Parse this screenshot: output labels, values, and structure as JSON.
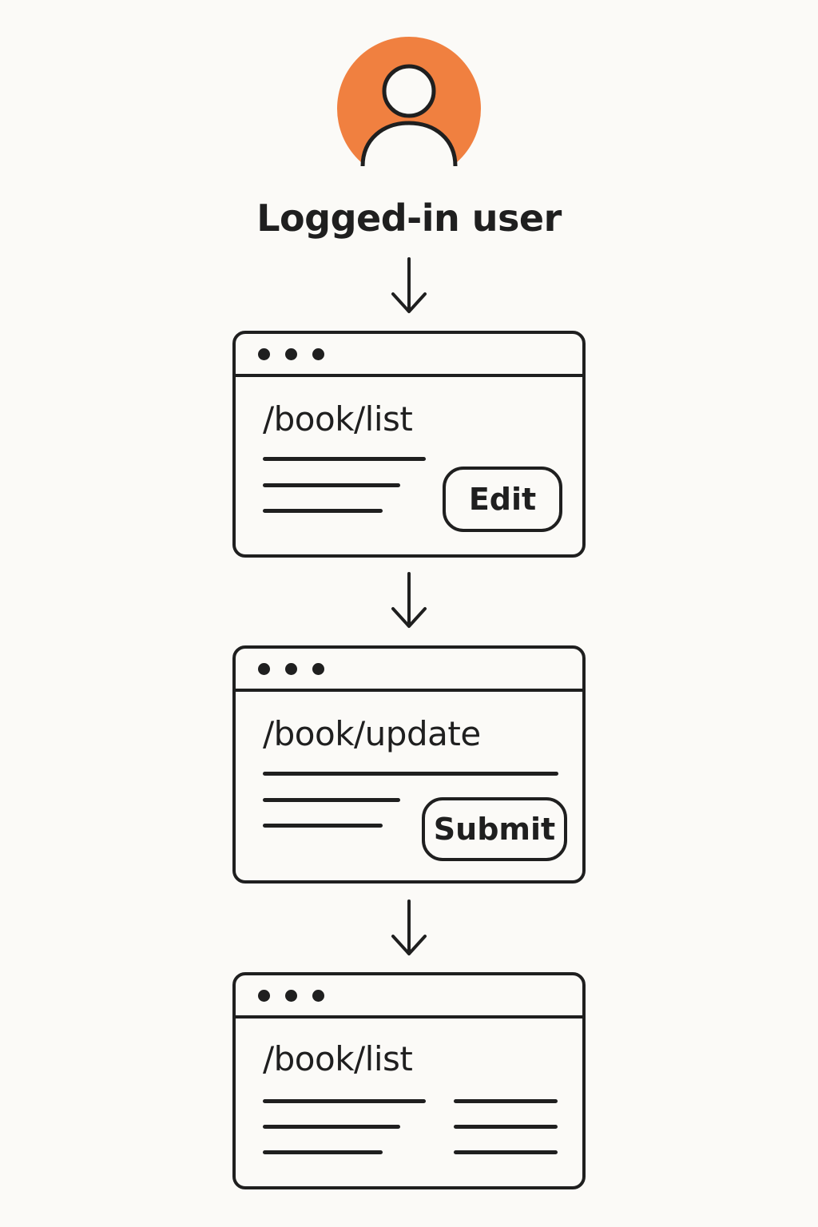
{
  "user": {
    "label": "Logged-in user",
    "avatar_color": "#f08040"
  },
  "windows": [
    {
      "route": "/book/list",
      "button_label": "Edit"
    },
    {
      "route": "/book/update",
      "button_label": "Submit"
    },
    {
      "route": "/book/list"
    }
  ],
  "colors": {
    "stroke": "#1f1f1f",
    "background": "#fbfaf7",
    "accent": "#f08040"
  }
}
